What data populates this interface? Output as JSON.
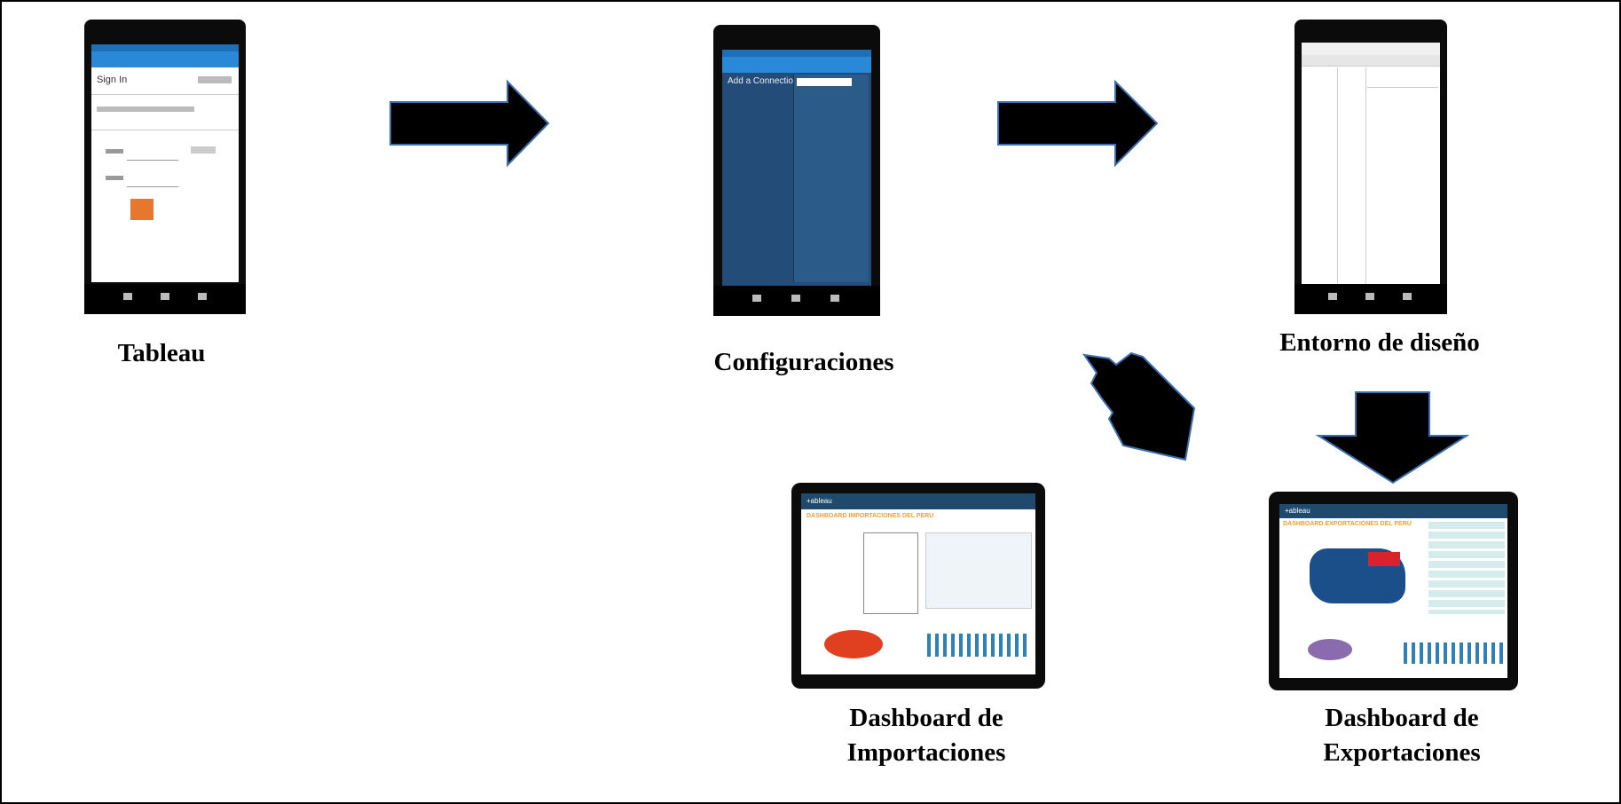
{
  "labels": {
    "tableau": "Tableau",
    "configuraciones": "Configuraciones",
    "entorno": "Entorno de diseño",
    "imp_line1": "Dashboard de",
    "imp_line2": "Importaciones",
    "exp_line1": "Dashboard de",
    "exp_line2": "Exportaciones"
  },
  "screens": {
    "signin_title": "Sign In",
    "add_connection": "Add a Connection",
    "imp_title": "DASHBOARD IMPORTACIONES DEL PERU",
    "exp_title": "DASHBOARD EXPORTACIONES DEL PERU",
    "tableau_brand": "+ableau"
  },
  "colors": {
    "arrow_fill": "#000000",
    "arrow_stroke": "#3c6fb0",
    "android_blue": "#2a88d8",
    "connection_bg": "#234d78",
    "tableau_header": "#1f4a6e",
    "dashboard_orange": "#f0a030"
  }
}
